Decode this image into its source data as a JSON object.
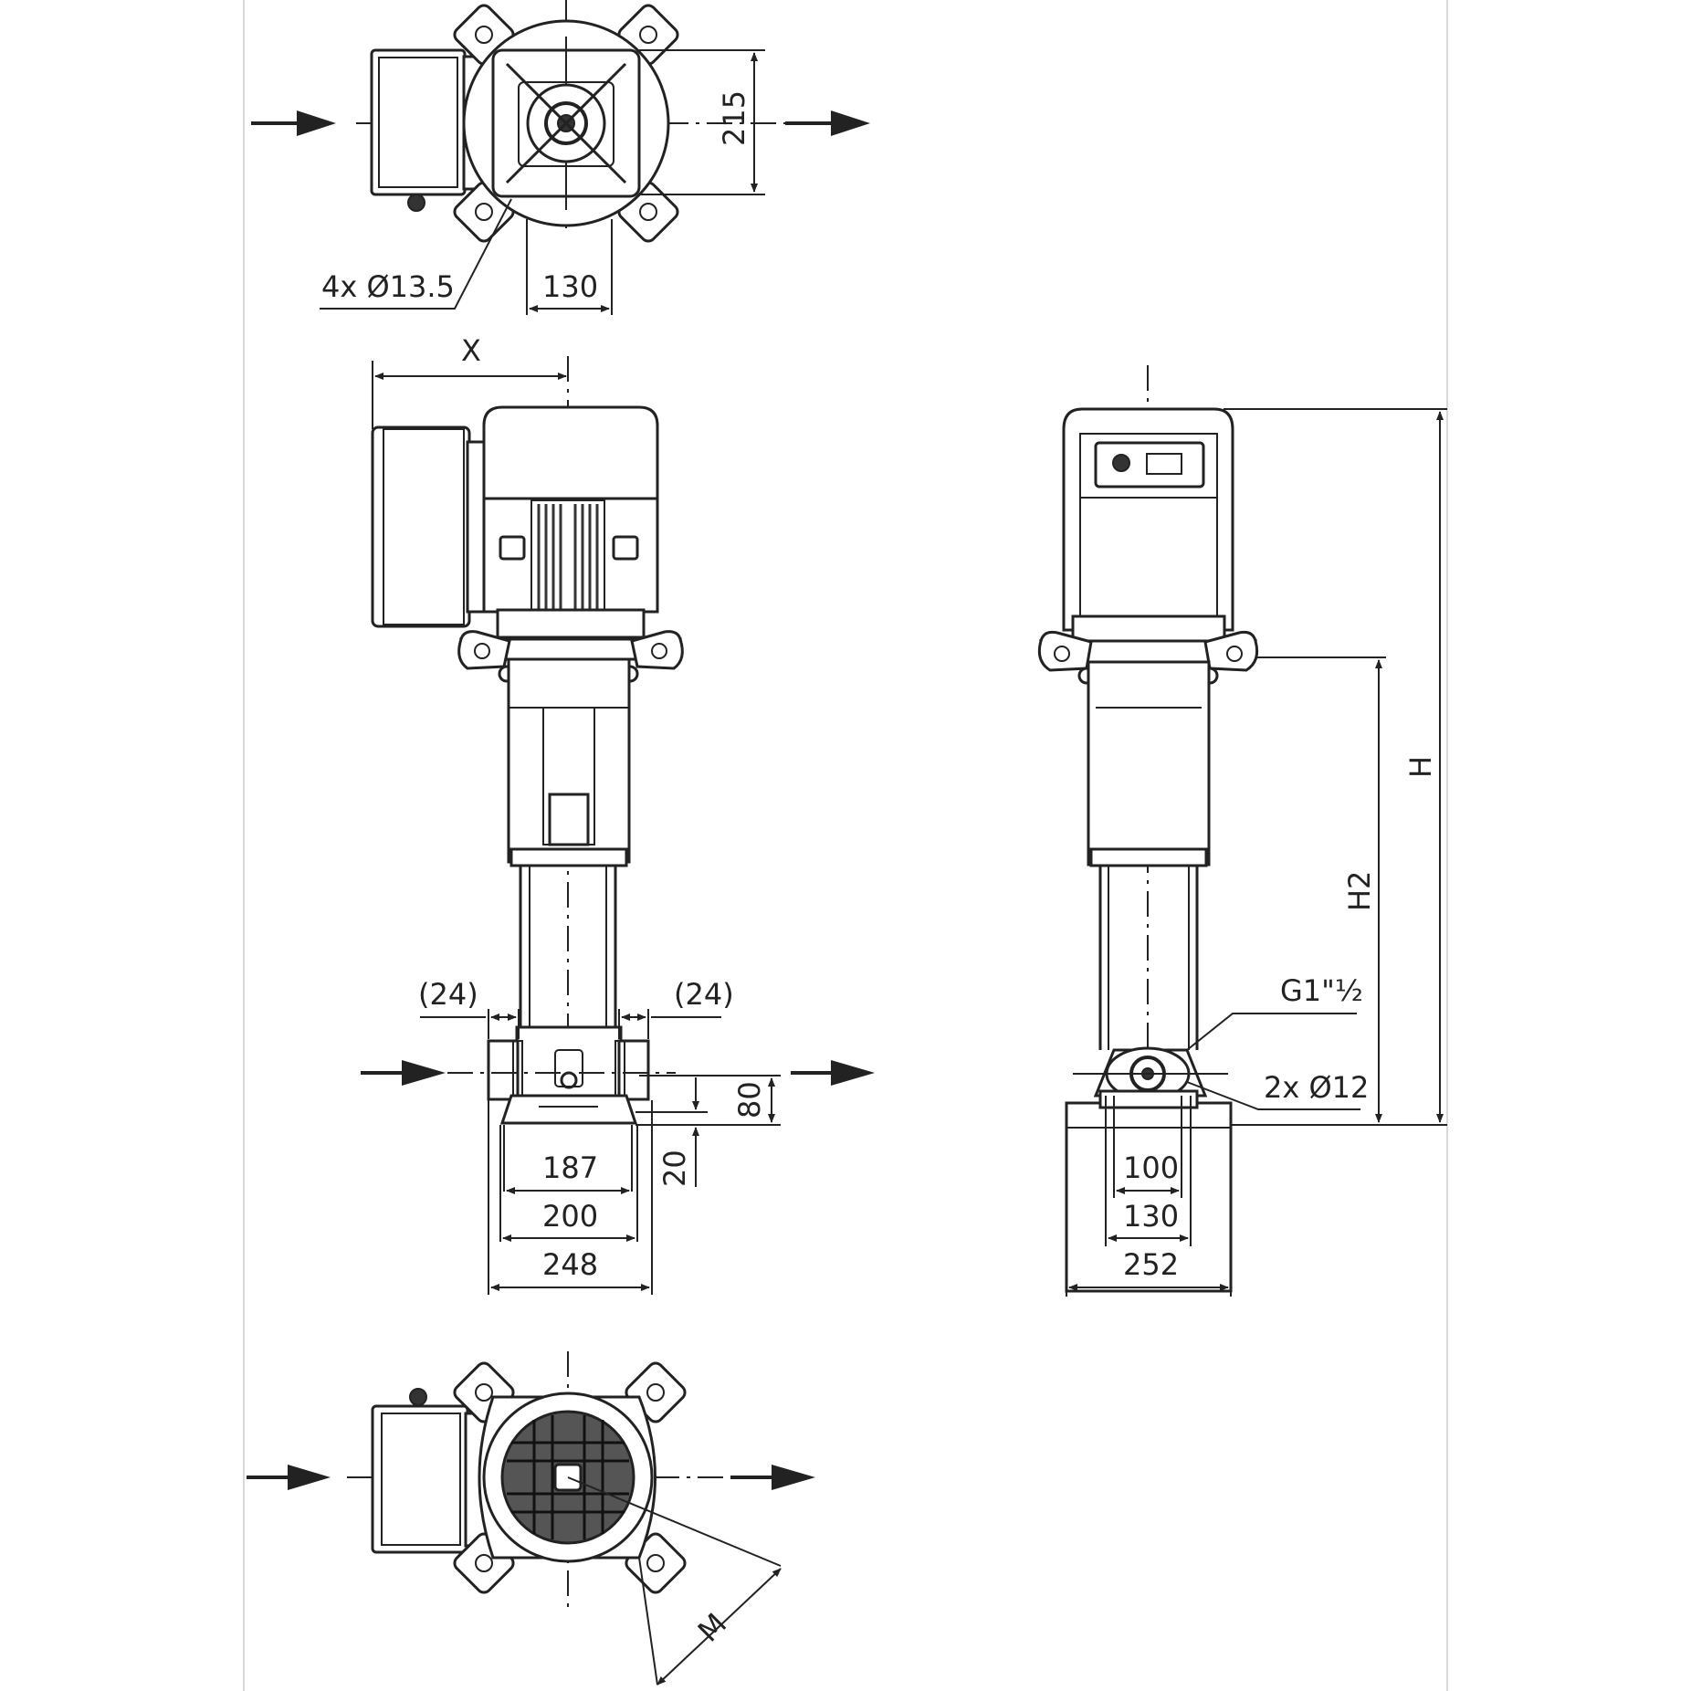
{
  "dimensions": {
    "top_height": "215",
    "top_bolt_holes": "4x Ø13.5",
    "top_spacing": "130",
    "motor_offset": "X",
    "left_flange": "(24)",
    "right_flange": "(24)",
    "inlet_height": "80",
    "base_height": "20",
    "front_w1": "187",
    "front_w2": "200",
    "front_w3": "248",
    "height_total": "H",
    "height_flange": "H2",
    "thread": "G1\"½",
    "side_holes": "2x Ø12",
    "side_w1": "100",
    "side_w2": "130",
    "side_w3": "252",
    "bottom_m": "M"
  }
}
